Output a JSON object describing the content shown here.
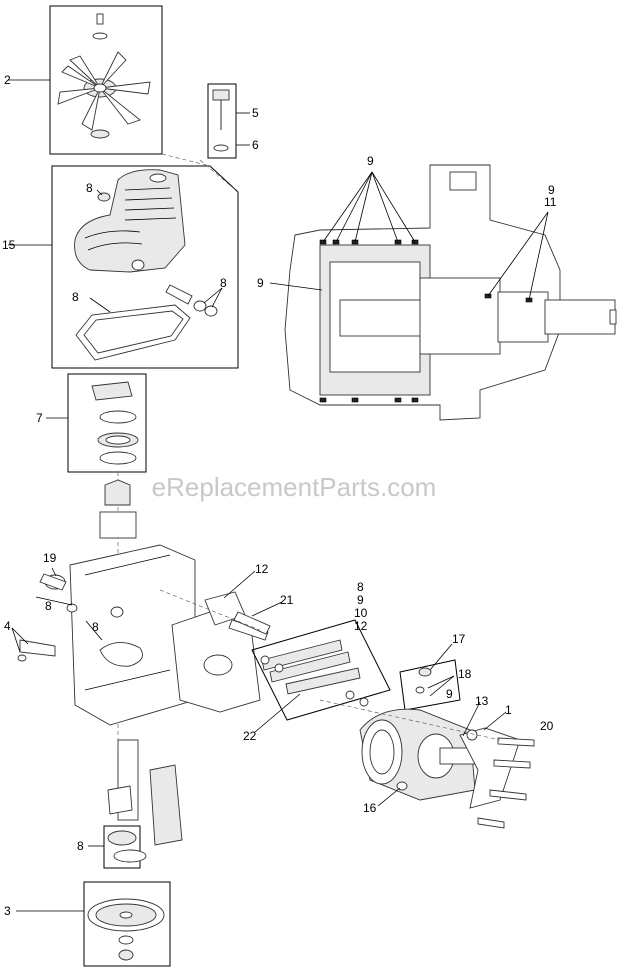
{
  "watermark": "eReplacementParts.com",
  "callouts": {
    "c2": "2",
    "c5": "5",
    "c6": "6",
    "c9a": "9",
    "c9b": "9",
    "c11": "11",
    "c8a": "8",
    "c15": "15",
    "c9c": "9",
    "c8b": "8",
    "c8c": "8",
    "c7": "7",
    "c19": "19",
    "c12a": "12",
    "c8d": "8",
    "c21": "21",
    "c8e": "8",
    "c9d": "9",
    "c10": "10",
    "c12b": "12",
    "c4": "4",
    "c8f": "8",
    "c17": "17",
    "c18": "18",
    "c9e": "9",
    "c13": "13",
    "c1": "1",
    "c20": "20",
    "c22": "22",
    "c16": "16",
    "c8g": "8",
    "c3": "3"
  }
}
